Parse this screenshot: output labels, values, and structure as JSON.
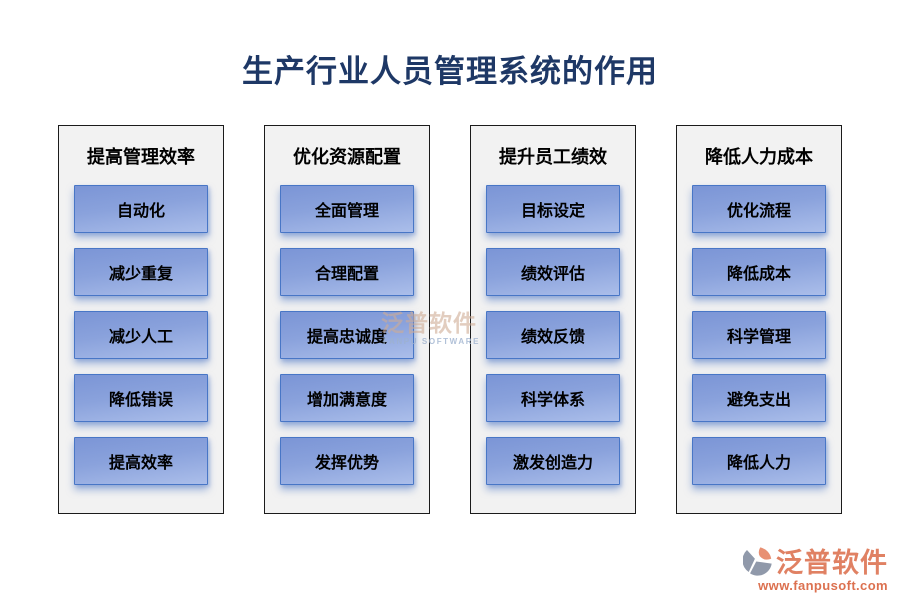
{
  "title": "生产行业人员管理系统的作用",
  "columns": [
    {
      "header": "提高管理效率",
      "items": [
        "自动化",
        "减少重复",
        "减少人工",
        "降低错误",
        "提高效率"
      ]
    },
    {
      "header": "优化资源配置",
      "items": [
        "全面管理",
        "合理配置",
        "提高忠诚度",
        "增加满意度",
        "发挥优势"
      ]
    },
    {
      "header": "提升员工绩效",
      "items": [
        "目标设定",
        "绩效评估",
        "绩效反馈",
        "科学体系",
        "激发创造力"
      ]
    },
    {
      "header": "降低人力成本",
      "items": [
        "优化流程",
        "降低成本",
        "科学管理",
        "避免支出",
        "降低人力"
      ]
    }
  ],
  "watermark": {
    "cn": "泛普软件",
    "en": "FANPU SOFTWARE"
  },
  "footer": {
    "brand": "泛普软件",
    "url": "www.fanpusoft.com"
  },
  "icons": {
    "brand_logo": "fanpu-logo-icon"
  },
  "colors": {
    "title": "#1E3866",
    "panel_bg": "#F2F2F2",
    "panel_border": "#1B1B1B",
    "button_gradient_top": "#7B95D6",
    "button_gradient_bottom": "#ABBEEA",
    "button_border": "#4876C6",
    "brand_text": "#E08163",
    "brand_url": "#DC7150"
  }
}
